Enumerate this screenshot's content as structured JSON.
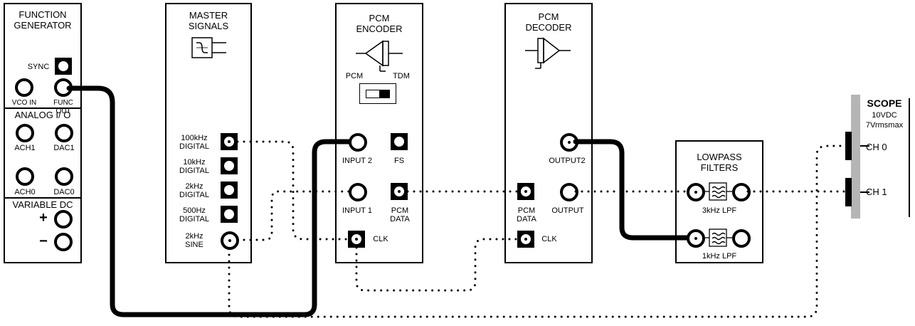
{
  "function_generator": {
    "title": "FUNCTION\nGENERATOR",
    "sync": "SYNC",
    "vco_in": "VCO IN",
    "func_out": "FUNC OUT"
  },
  "analog_io": {
    "title": "ANALOG I/ O",
    "ach1": "ACH1",
    "dac1": "DAC1",
    "ach0": "ACH0",
    "dac0": "DAC0"
  },
  "variable_dc": {
    "title": "VARIABLE DC",
    "plus": "+",
    "minus": "−"
  },
  "master_signals": {
    "title": "MASTER\nSIGNALS",
    "outputs": [
      "100kHz\nDIGITAL",
      "10kHz\nDIGITAL",
      "2kHz\nDIGITAL",
      "500Hz\nDIGITAL",
      "2kHz\nSINE"
    ]
  },
  "pcm_encoder": {
    "title": "PCM\nENCODER",
    "pcm": "PCM",
    "tdm": "TDM",
    "input2": "INPUT 2",
    "fs": "FS",
    "input1": "INPUT 1",
    "pcm_data": "PCM\nDATA",
    "clk": "CLK"
  },
  "pcm_decoder": {
    "title": "PCM\nDECODER",
    "output2": "OUTPUT2",
    "pcm_data": "PCM\nDATA",
    "output": "OUTPUT",
    "clk": "CLK"
  },
  "lowpass_filters": {
    "title": "LOWPASS\nFILTERS",
    "lpf3": "3kHz LPF",
    "lpf1": "1kHz LPF"
  },
  "scope": {
    "title": "SCOPE",
    "spec1": "10VDC",
    "spec2": "7Vrmsmax",
    "ch0": "CH 0",
    "ch1": "CH 1"
  },
  "colors": {
    "ink": "#000000",
    "scope_bar": "#b5b5b5",
    "background": "#ffffff"
  }
}
